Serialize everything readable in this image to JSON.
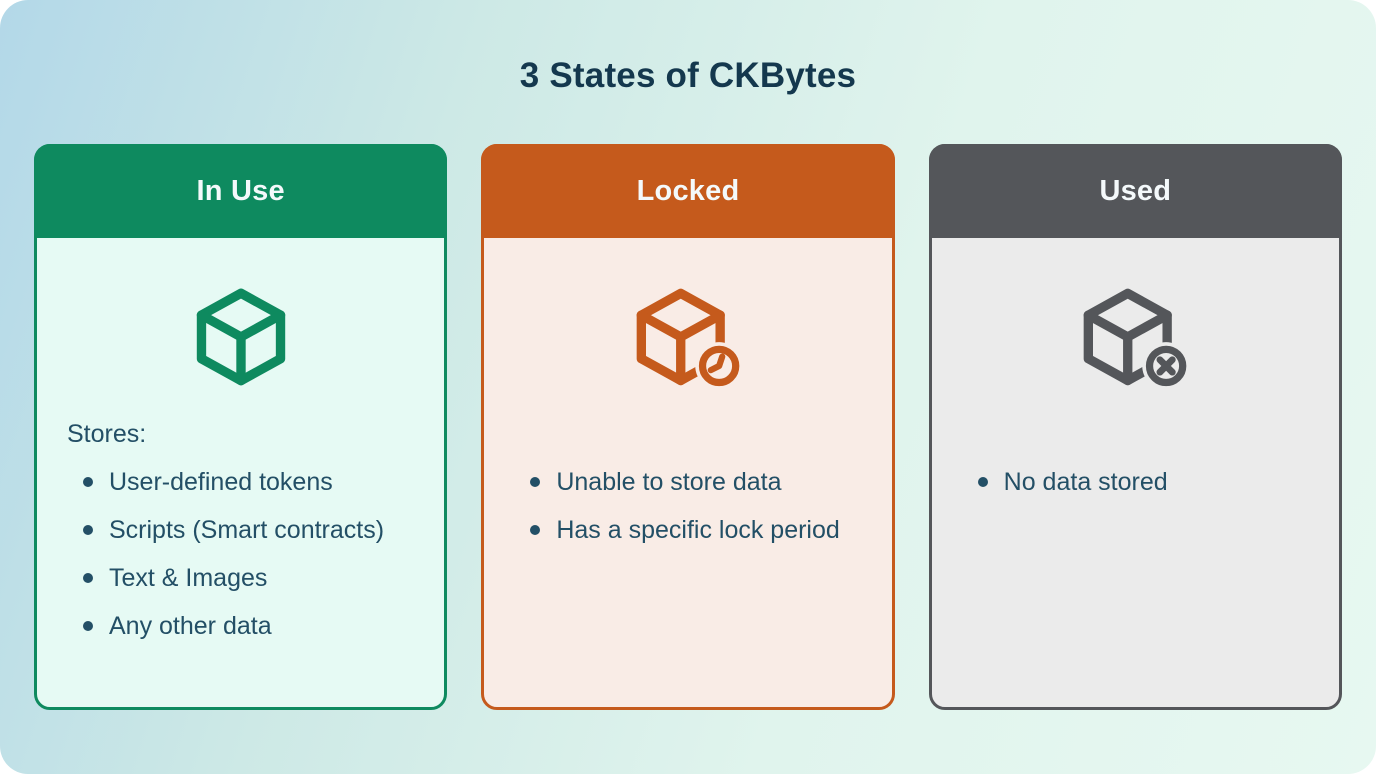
{
  "title": "3 States of CKBytes",
  "colors": {
    "background_gradient_start": "#b3d8e8",
    "background_gradient_end": "#e7f8f1",
    "title_text": "#14384e",
    "body_text": "#234f66",
    "header_text": "#f4f9fb"
  },
  "cards": [
    {
      "id": "in-use",
      "label": "In Use",
      "theme_color": "#0e8a5f",
      "body_color": "#e6faf4",
      "icon": "cube-icon",
      "intro": "Stores:",
      "bullets": [
        "User-defined tokens",
        "Scripts (Smart contracts)",
        "Text & Images",
        "Any other data"
      ]
    },
    {
      "id": "locked",
      "label": "Locked",
      "theme_color": "#c55a1c",
      "body_color": "#f9ece6",
      "icon": "cube-clock-icon",
      "intro": "",
      "bullets": [
        "Unable to store data",
        "Has a specific lock period"
      ]
    },
    {
      "id": "used",
      "label": "Used",
      "theme_color": "#54565a",
      "body_color": "#ebebeb",
      "icon": "cube-x-icon",
      "intro": "",
      "bullets": [
        "No data stored"
      ]
    }
  ]
}
